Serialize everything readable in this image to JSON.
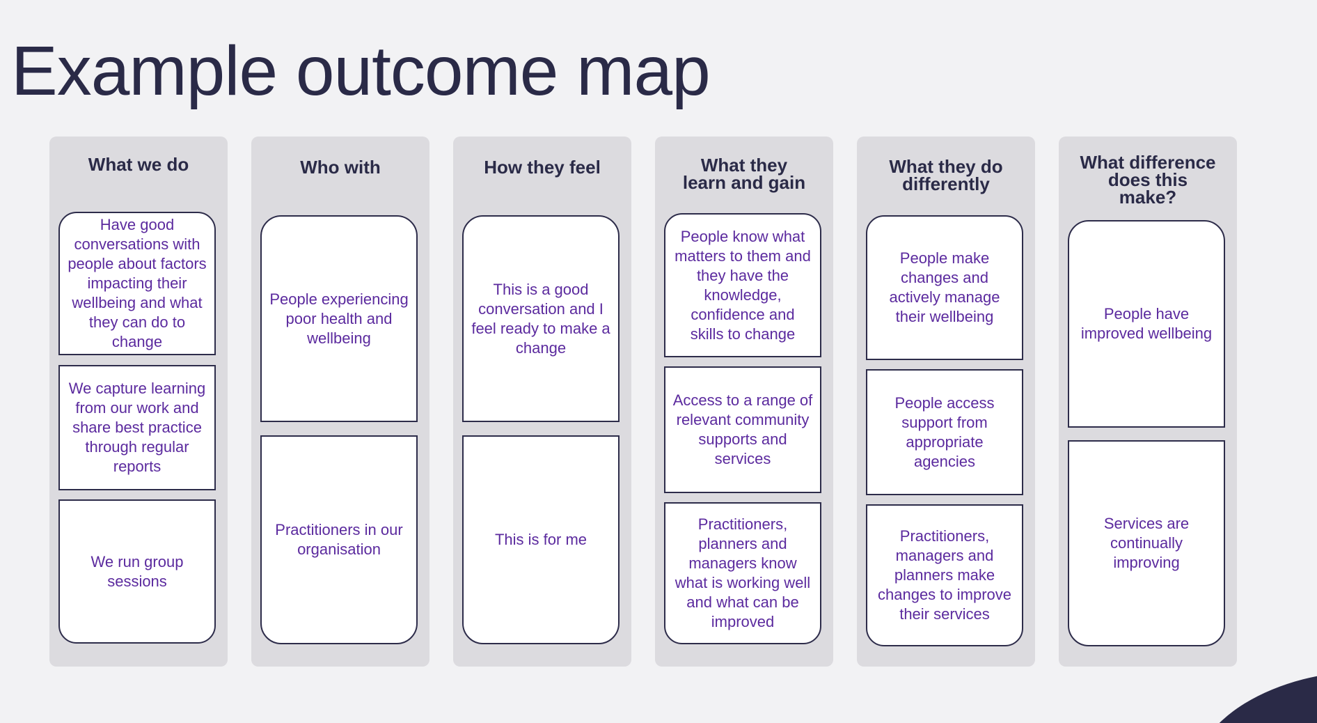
{
  "title": "Example outcome map",
  "colors": {
    "title": "#2a2a47",
    "column_bg": "#dcdbdf",
    "box_text": "#5b2a9e",
    "box_border": "#2d2c4a"
  },
  "columns": [
    {
      "header": "What we do",
      "boxes": [
        "Have good conversations with people about factors impacting their wellbeing and what they can do to change",
        "We capture learning from our work and share best practice through regular reports",
        "We run group sessions"
      ]
    },
    {
      "header": "Who with",
      "boxes": [
        "People experiencing poor health and wellbeing",
        "Practitioners in our organisation"
      ]
    },
    {
      "header": "How they feel",
      "boxes": [
        "This is a good conversation and I feel ready to make a change",
        "This is for me"
      ]
    },
    {
      "header": "What they learn and gain",
      "boxes": [
        "People know what matters to them and they have the knowledge, confidence and skills to change",
        "Access to a range of relevant community supports and services",
        "Practitioners, planners and managers know what is working well and what can be improved"
      ]
    },
    {
      "header": "What they do differently",
      "boxes": [
        "People make changes and actively manage their wellbeing",
        "People access support from appropriate agencies",
        "Practitioners, managers and planners make changes to improve their services"
      ]
    },
    {
      "header": "What difference does this make?",
      "boxes": [
        "People have improved wellbeing",
        "Services are continually improving"
      ]
    }
  ]
}
